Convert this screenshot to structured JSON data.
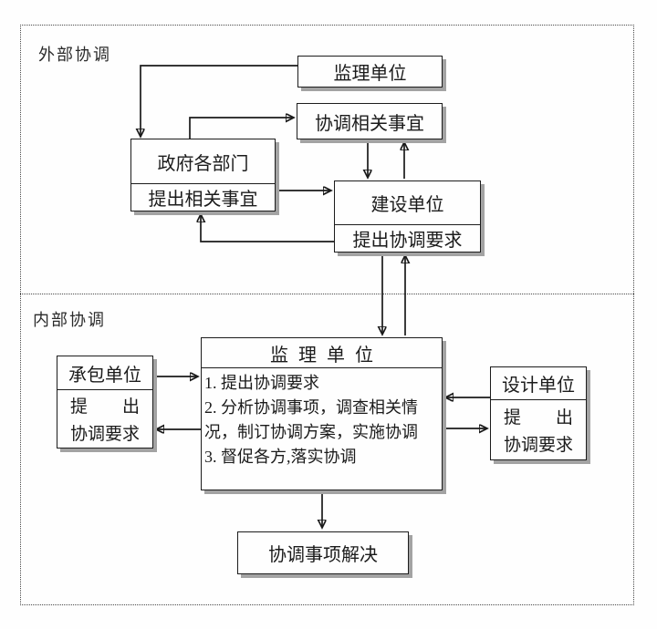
{
  "sections": {
    "external": {
      "label": "外部协调"
    },
    "internal": {
      "label": "内部协调"
    }
  },
  "boxes": {
    "ext_supervision": {
      "title": "监理单位"
    },
    "ext_coordinate_matters": {
      "title": "协调相关事宜"
    },
    "ext_government": {
      "title": "政府各部门",
      "subtitle": "提出相关事宜"
    },
    "ext_construction": {
      "title": "建设单位",
      "subtitle": "提出协调要求"
    },
    "int_contractor": {
      "title": "承包单位",
      "lines": [
        "提 出",
        "协调要求"
      ]
    },
    "int_supervision": {
      "title": "监理单位",
      "items": [
        "1. 提出协调要求",
        "2. 分析协调事项，调查相关情况，制订协调方案，实施协调",
        "3. 督促各方,落实协调"
      ]
    },
    "int_design": {
      "title": "设计单位",
      "lines": [
        "提 出",
        "协调要求"
      ]
    },
    "int_resolved": {
      "title": "协调事项解决"
    }
  },
  "colors": {
    "line": "#1a1a1a",
    "shadow": "#a3a3a3",
    "border_dotted": "#4a4a4a",
    "background": "#fefefe"
  }
}
